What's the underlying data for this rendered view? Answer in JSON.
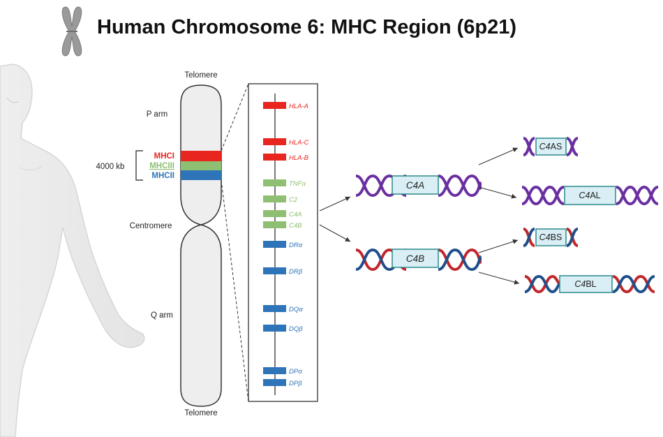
{
  "title": "Human Chromosome 6: MHC Region (6p21)",
  "colors": {
    "mhc1": "#e8251e",
    "mhc3": "#8fbf72",
    "mhc2": "#2e74b8",
    "c4a_helix": "#6a2fa0",
    "c4b_helix_red": "#c0272d",
    "c4b_helix_blue": "#1f4f8a",
    "gene_box_fill": "#d9eef5",
    "gene_box_stroke": "#2a8a8a"
  },
  "chromosome": {
    "top_label": "Telomere",
    "bottom_label": "Telomere",
    "p_arm": "P arm",
    "q_arm": "Q arm",
    "centromere": "Centromere",
    "size_label": "4000 kb",
    "regions": [
      {
        "label": "MHCI",
        "color": "#e8251e"
      },
      {
        "label": "MHCIII",
        "color": "#8fbf72"
      },
      {
        "label": "MHCII",
        "color": "#2e74b8"
      }
    ]
  },
  "zoom_genes": [
    {
      "name": "HLA-A",
      "class": "mhc1"
    },
    {
      "name": "HLA-C",
      "class": "mhc1"
    },
    {
      "name": "HLA-B",
      "class": "mhc1"
    },
    {
      "name": "TNFα",
      "class": "mhc3"
    },
    {
      "name": "C2",
      "class": "mhc3"
    },
    {
      "name": "C4A",
      "class": "mhc3"
    },
    {
      "name": "C4B",
      "class": "mhc3"
    },
    {
      "name": "DRα",
      "class": "mhc2"
    },
    {
      "name": "DRβ",
      "class": "mhc2"
    },
    {
      "name": "DQα",
      "class": "mhc2"
    },
    {
      "name": "DQβ",
      "class": "mhc2"
    },
    {
      "name": "DPα",
      "class": "mhc2"
    },
    {
      "name": "DPβ",
      "class": "mhc2"
    }
  ],
  "c4_genes": {
    "c4a": "C4A",
    "c4b": "C4B",
    "c4as": {
      "italic": "C4",
      "rest": "AS"
    },
    "c4al": {
      "italic": "C4",
      "rest": "AL"
    },
    "c4bs": {
      "italic": "C4",
      "rest": "BS"
    },
    "c4bl": {
      "italic": "C4",
      "rest": "BL"
    }
  }
}
